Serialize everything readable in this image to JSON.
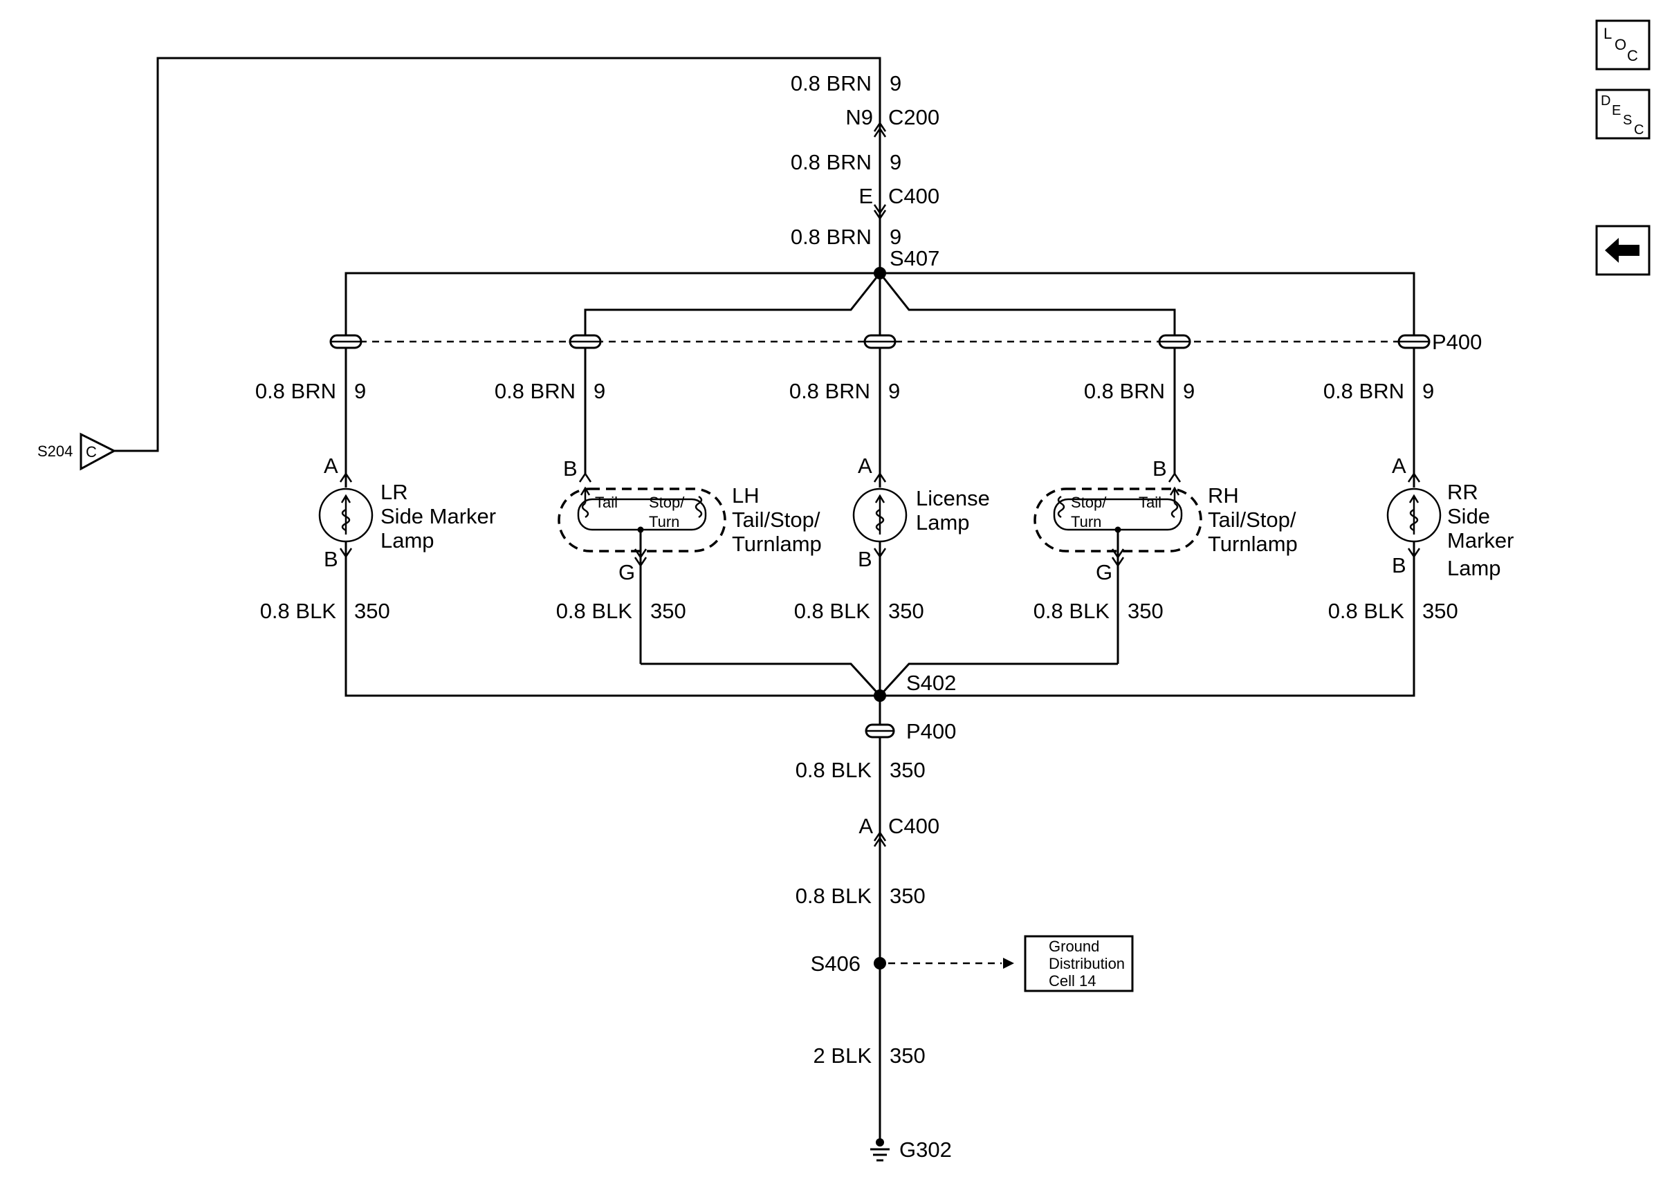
{
  "feed": {
    "wire_c200_top": {
      "gauge": "0.8 BRN",
      "circuit": "9"
    },
    "c200": {
      "pin": "N9",
      "name": "C200"
    },
    "wire_c200_c400": {
      "gauge": "0.8 BRN",
      "circuit": "9"
    },
    "c400_top": {
      "pin": "E",
      "name": "C400"
    },
    "wire_c400_s407": {
      "gauge": "0.8 BRN",
      "circuit": "9"
    },
    "s407": "S407",
    "s204": {
      "name": "S204",
      "pin": "C"
    }
  },
  "p400_top": "P400",
  "lamps": [
    {
      "name_lines": [
        "LR",
        "Side Marker",
        "Lamp"
      ],
      "supply": {
        "gauge": "0.8 BRN",
        "circuit": "9"
      },
      "pin_in": "A",
      "pin_out": "B",
      "ground": {
        "gauge": "0.8 BLK",
        "circuit": "350"
      }
    },
    {
      "name_lines": [
        "LH",
        "Tail/Stop/",
        "Turnlamp"
      ],
      "filaments": [
        "Tail",
        "Stop/",
        "Turn"
      ],
      "supply": {
        "gauge": "0.8 BRN",
        "circuit": "9"
      },
      "pin_in": "B",
      "pin_out": "G",
      "ground": {
        "gauge": "0.8 BLK",
        "circuit": "350"
      }
    },
    {
      "name_lines": [
        "License",
        "Lamp"
      ],
      "supply": {
        "gauge": "0.8 BRN",
        "circuit": "9"
      },
      "pin_in": "A",
      "pin_out": "B",
      "ground": {
        "gauge": "0.8 BLK",
        "circuit": "350"
      }
    },
    {
      "name_lines": [
        "RH",
        "Tail/Stop/",
        "Turnlamp"
      ],
      "filaments": [
        "Stop/",
        "Turn",
        "Tail"
      ],
      "supply": {
        "gauge": "0.8 BRN",
        "circuit": "9"
      },
      "pin_in": "B",
      "pin_out": "G",
      "ground": {
        "gauge": "0.8 BLK",
        "circuit": "350"
      }
    },
    {
      "name_lines": [
        "RR",
        "Side",
        "Marker",
        "Lamp"
      ],
      "supply": {
        "gauge": "0.8 BRN",
        "circuit": "9"
      },
      "pin_in": "A",
      "pin_out": "B",
      "ground": {
        "gauge": "0.8 BLK",
        "circuit": "350"
      }
    }
  ],
  "ground": {
    "s402": "S402",
    "p400": "P400",
    "wire_p400_c400": {
      "gauge": "0.8 BLK",
      "circuit": "350"
    },
    "c400": {
      "pin": "A",
      "name": "C400"
    },
    "wire_c400_s406": {
      "gauge": "0.8 BLK",
      "circuit": "350"
    },
    "s406": "S406",
    "distribution_box": [
      "Ground",
      "Distribution",
      "Cell 14"
    ],
    "wire_s406_g302": {
      "gauge": "2 BLK",
      "circuit": "350"
    },
    "g302": "G302"
  },
  "side_icons": {
    "loc": [
      "L",
      "O",
      "C"
    ],
    "desc": [
      "D",
      "E",
      "S",
      "C"
    ],
    "back": "back-arrow-icon"
  }
}
